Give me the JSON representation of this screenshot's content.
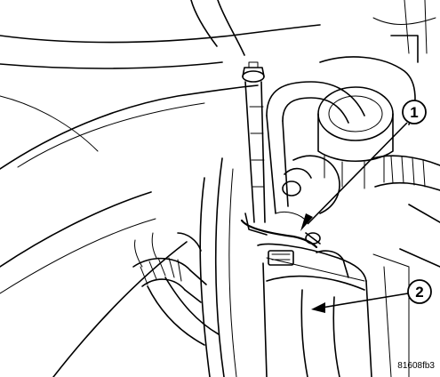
{
  "callouts": [
    {
      "number": "1"
    },
    {
      "number": "2"
    }
  ],
  "figure_id": "81608fb3"
}
